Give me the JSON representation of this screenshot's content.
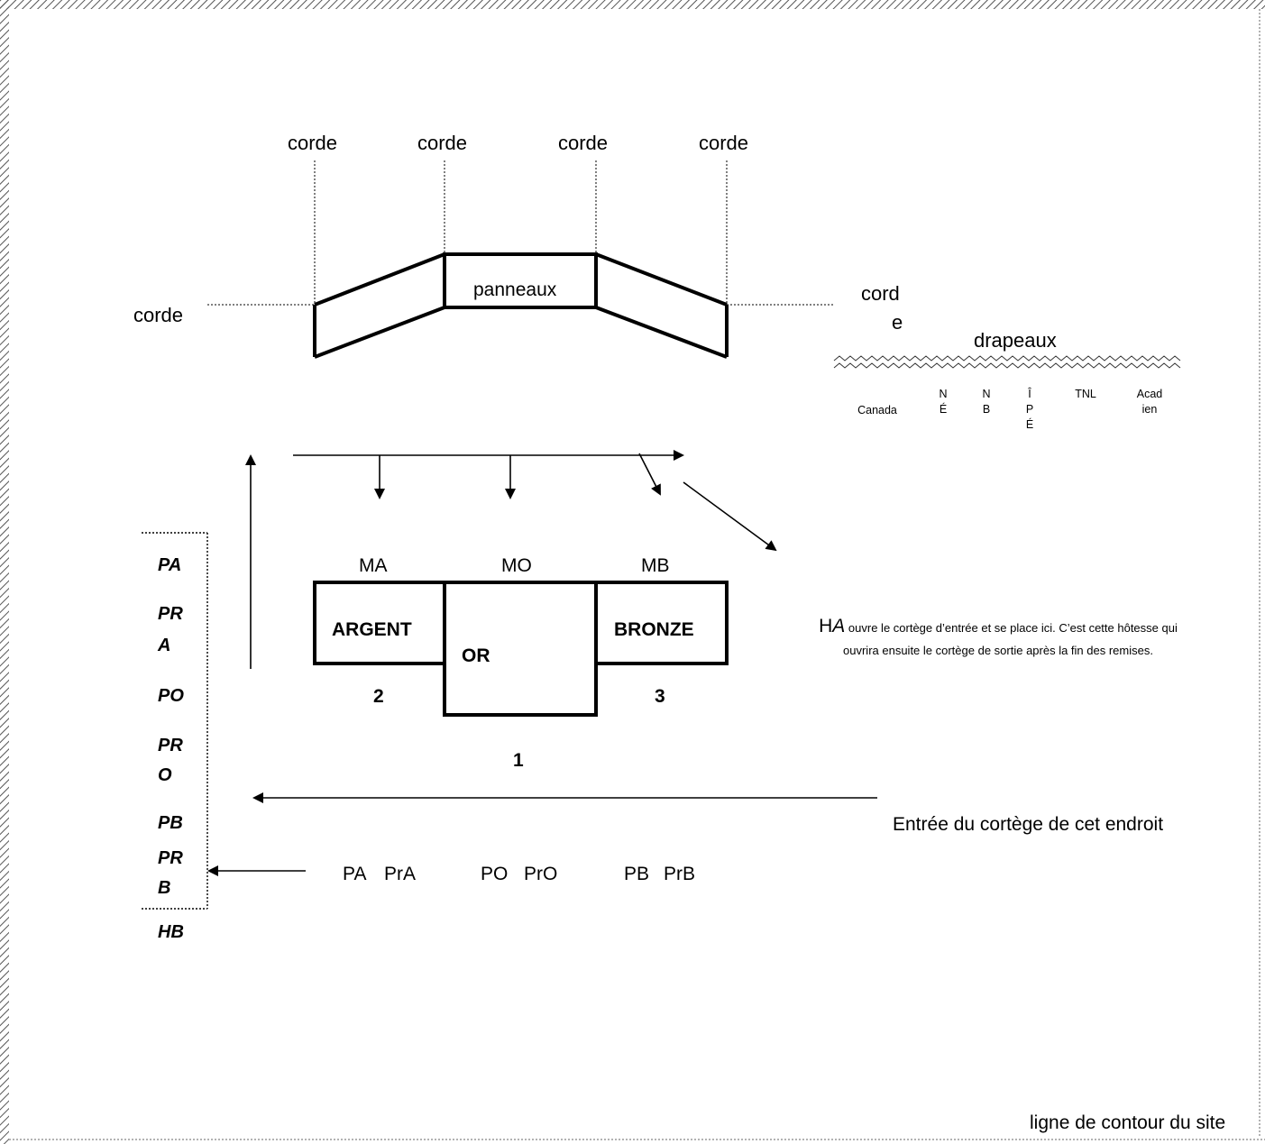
{
  "rope_labels": {
    "top": [
      "corde",
      "corde",
      "corde",
      "corde"
    ],
    "left": "corde",
    "right_line1": "cord",
    "right_line2": "e"
  },
  "panels_label": "panneaux",
  "flags": {
    "title": "drapeaux",
    "items": [
      {
        "lines": [
          "Canada"
        ]
      },
      {
        "lines": [
          "N",
          "É"
        ]
      },
      {
        "lines": [
          "N",
          "B"
        ]
      },
      {
        "lines": [
          "Î",
          "P",
          "É"
        ]
      },
      {
        "lines": [
          "TNL"
        ]
      },
      {
        "lines": [
          "Acad",
          "ien"
        ]
      }
    ]
  },
  "podium": {
    "top_labels": [
      "MA",
      "MO",
      "MB"
    ],
    "steps": [
      "ARGENT",
      "OR",
      "BRONZE"
    ],
    "numbers": [
      "2",
      "1",
      "3"
    ]
  },
  "queue_left": [
    "PA",
    "PR",
    "A",
    "PO",
    "PR",
    "O",
    "PB",
    "PR",
    "B",
    "HB"
  ],
  "queue_bottom": [
    "PA",
    "PrA",
    "PO",
    "PrO",
    "PB",
    "PrB"
  ],
  "hostess_note": {
    "prefix_h": "H",
    "prefix_a": "A",
    "line1": " ouvre le cortège d’entrée et se place ici.  C’est cette hôtesse qui",
    "line2": "ouvrira ensuite le cortège de sortie après la fin des remises."
  },
  "entry_label": "Entrée du cortège de cet endroit",
  "site_outline_label": "ligne de contour du site"
}
